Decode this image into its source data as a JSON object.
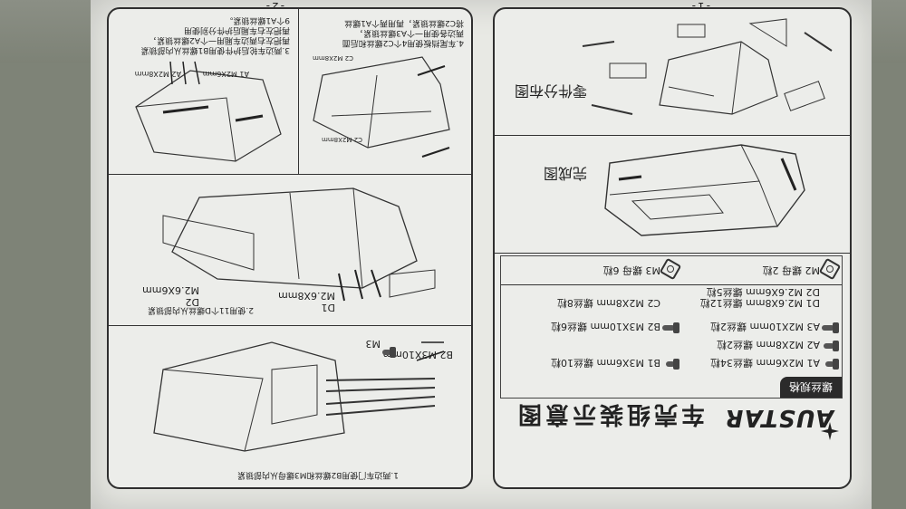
{
  "page_right_number": "-1-",
  "page_left_number": "-2-",
  "brand": "AUSTAR",
  "main_title": "车壳组装示意图",
  "spec_heading": "螺丝规格",
  "specs": [
    {
      "code": "A1",
      "size": "M2X6mm",
      "qty": "螺丝34粒"
    },
    {
      "code": "A2",
      "size": "M2X8mm",
      "qty": "螺丝2粒"
    },
    {
      "code": "A3",
      "size": "M2X10mm",
      "qty": "螺丝2粒"
    },
    {
      "code": "B1",
      "size": "M3X6mm",
      "qty": "螺丝10粒"
    },
    {
      "code": "B2",
      "size": "M3X10mm",
      "qty": "螺丝6粒"
    },
    {
      "code": "C2",
      "size": "M2X8mm",
      "qty": "螺丝8粒"
    },
    {
      "code": "D1",
      "size": "M2.6X8mm",
      "qty": "螺丝12粒"
    },
    {
      "code": "D2",
      "size": "M2.6X6mm",
      "qty": "螺丝5粒"
    },
    {
      "code": "M3",
      "size": "螺母",
      "qty": "6粒"
    },
    {
      "code": "M2",
      "size": "螺母",
      "qty": "2粒"
    }
  ],
  "completed_label": "完成图",
  "parts_label": "零件分布图",
  "step1": "1.两边车门使用B2螺丝和M3螺母从内部锁紧",
  "step2": "2.使用11个D螺丝从内部锁紧",
  "step3_lines": [
    "3.两边车轮后护件使用B1螺丝从内部锁紧",
    "再把左右两边车厢用一个A2螺丝锁紧，",
    "再把左右车厢后护件分别使用",
    "9个A1螺丝锁紧。"
  ],
  "step4_lines": [
    "4.车尾挡板使用4个C2螺丝和后面",
    "两边各使用一个A3螺丝锁紧，",
    "将C2螺丝锁紧，再用两个A1螺丝"
  ],
  "callout_b2": "B2 M3X10mm",
  "callout_m3": "M3",
  "callout_d1": "D1",
  "callout_d1_size": "M2.6X8mm",
  "callout_d2": "D2",
  "callout_d2_size": "M2.6X6mm",
  "small_a1": "A1 M2X6mm",
  "small_a2": "A2 M2X8mm",
  "small_c2a": "C2 M2X8mm",
  "small_c2b": "C2 M2X8mm"
}
